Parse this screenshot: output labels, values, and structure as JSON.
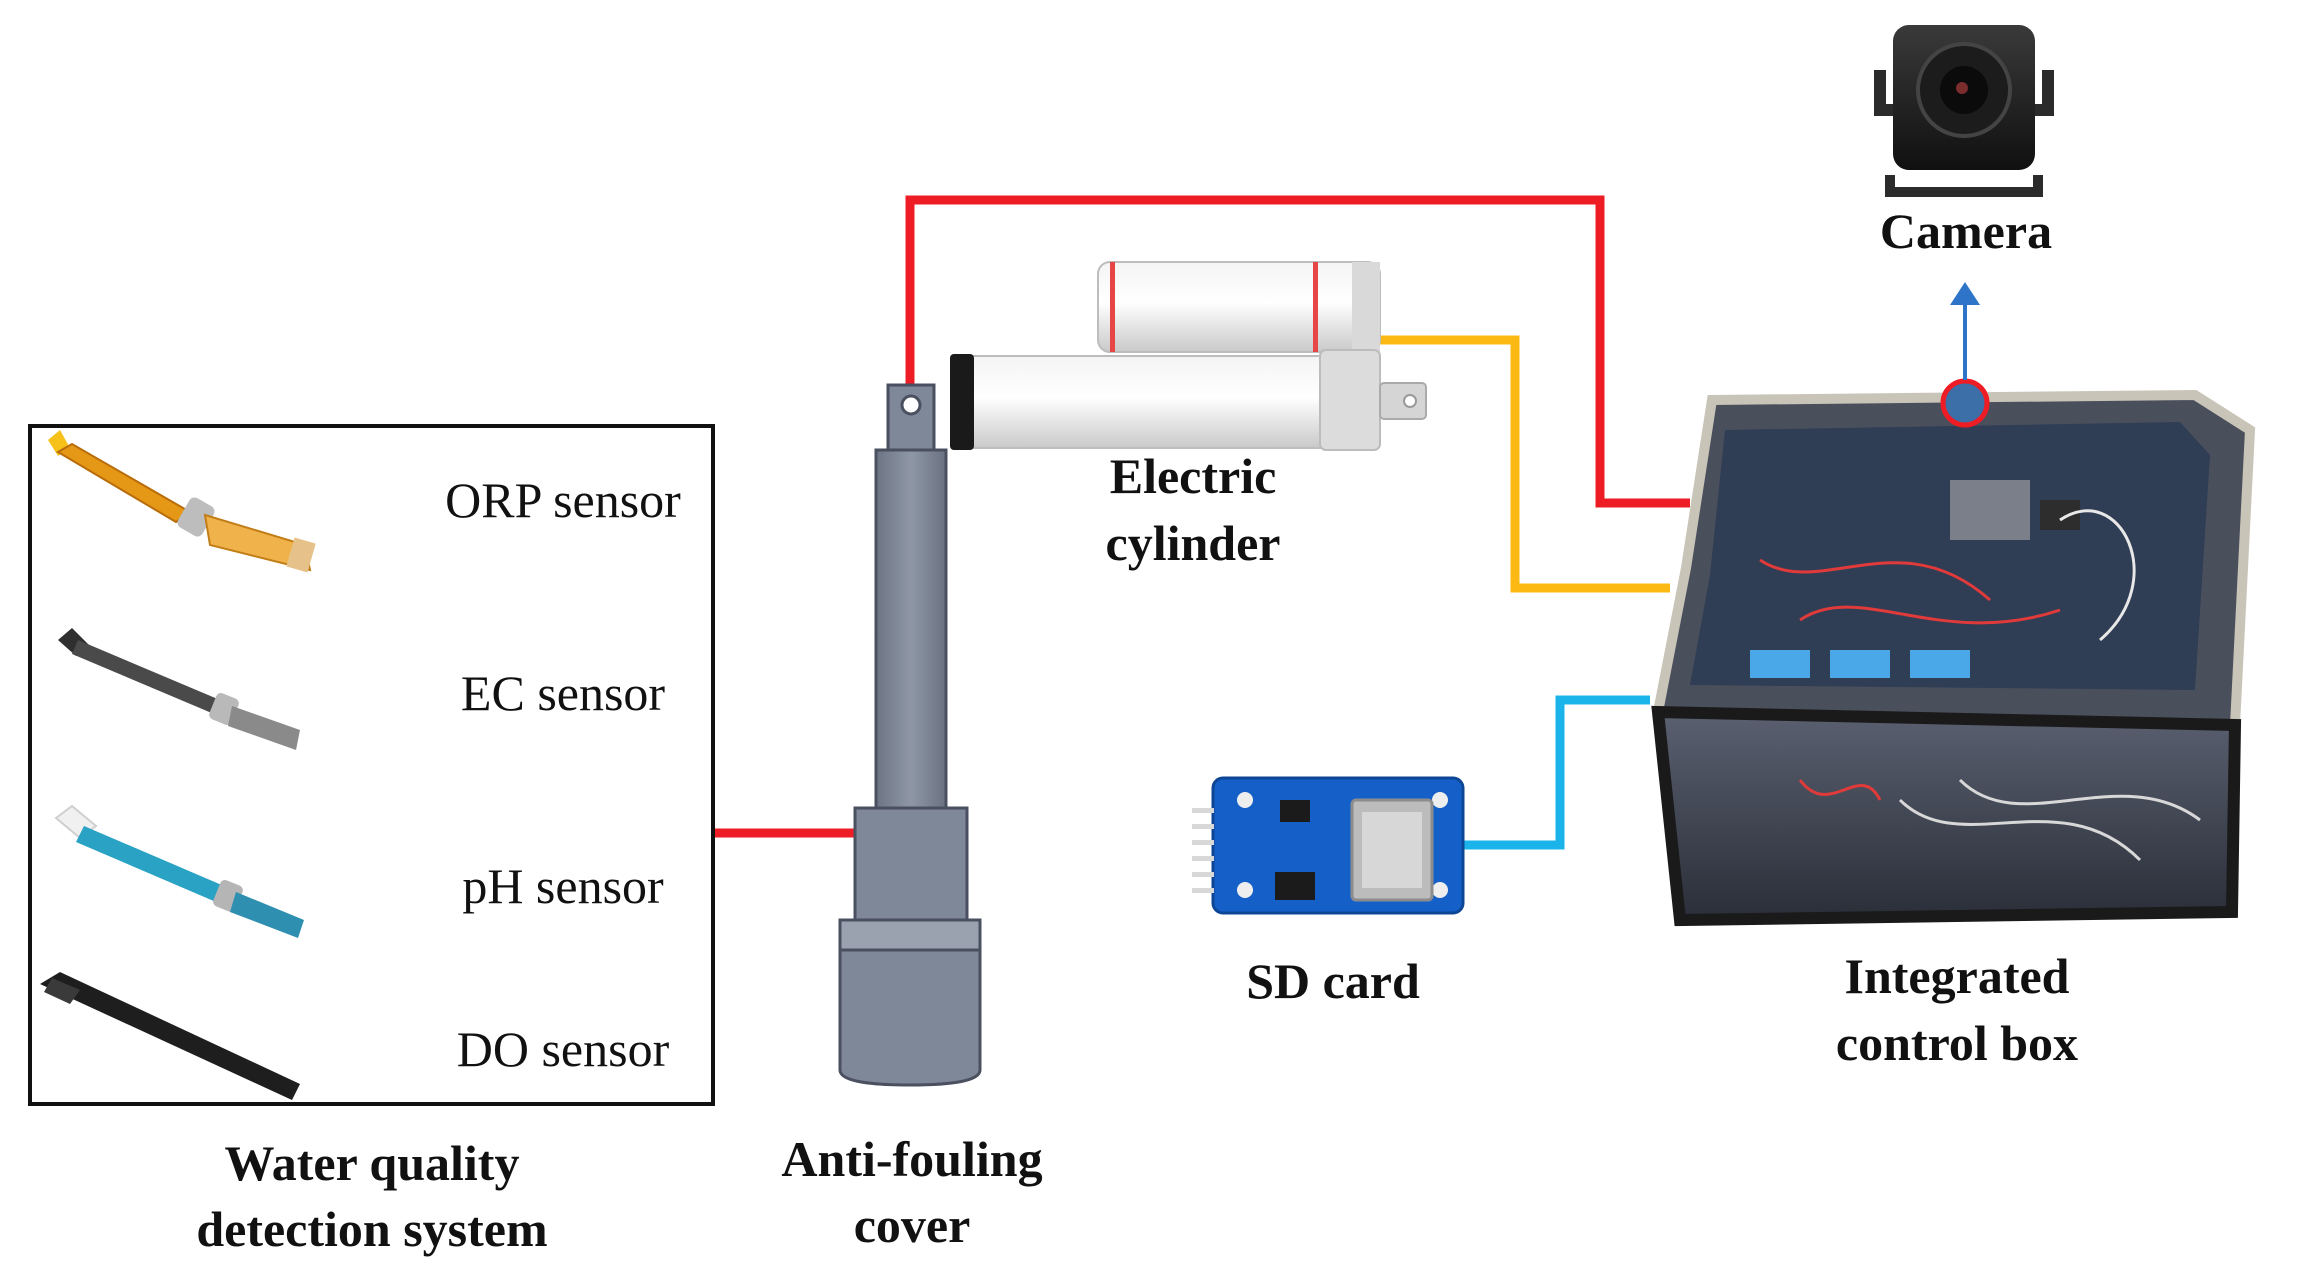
{
  "water_system": {
    "title_line1": "Water quality",
    "title_line2": "detection system",
    "sensors": [
      {
        "label": "ORP sensor",
        "icon": "orp-probe"
      },
      {
        "label": "EC sensor",
        "icon": "ec-probe"
      },
      {
        "label": "pH sensor",
        "icon": "ph-probe"
      },
      {
        "label": "DO sensor",
        "icon": "do-probe"
      }
    ]
  },
  "cover": {
    "line1": "Anti-fouling",
    "line2": "cover"
  },
  "cylinder": {
    "line1": "Electric",
    "line2": "cylinder"
  },
  "sd_card": {
    "label": "SD card"
  },
  "control_box": {
    "line1": "Integrated",
    "line2": "control box"
  },
  "camera": {
    "label": "Camera"
  },
  "colors": {
    "wire_red": "#ee1c24",
    "wire_yellow": "#fcb813",
    "wire_blue": "#1ab4ea",
    "arrow_blue": "#2e75c9",
    "cover_gray": "#7f8898"
  }
}
